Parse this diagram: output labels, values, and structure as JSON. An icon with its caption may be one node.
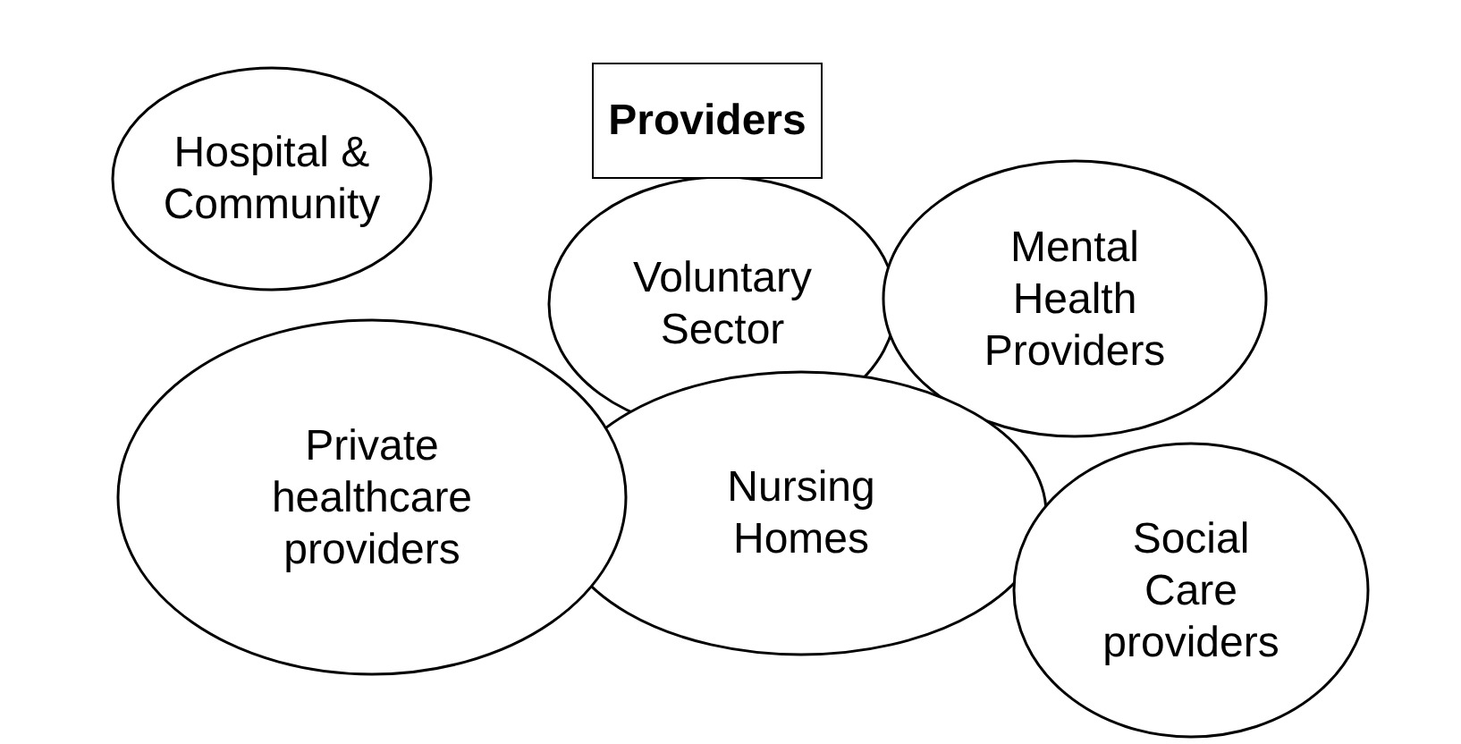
{
  "diagram": {
    "nodes": [
      {
        "text": [
          "Hospital & Community"
        ]
      },
      {
        "text": [
          "Providers"
        ]
      },
      {
        "text": [
          "Voluntary Sector"
        ]
      },
      {
        "text": [
          "Mental Health Providers"
        ]
      },
      {
        "text": [
          "Private healthcare providers"
        ]
      },
      {
        "text": [
          "Nursing Homes"
        ]
      },
      {
        "text": [
          "Social Care providers"
        ]
      }
    ]
  }
}
